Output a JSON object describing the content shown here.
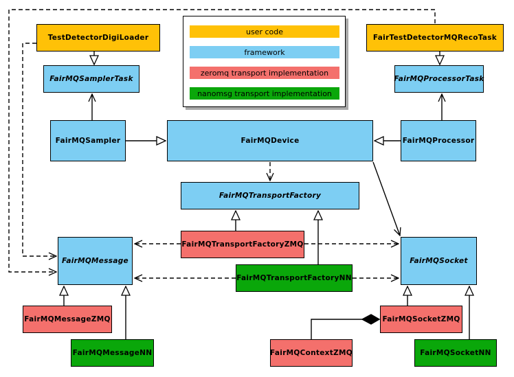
{
  "colors": {
    "user_code": "#ffc107",
    "framework": "#7dcef3",
    "zeromq": "#f4706c",
    "nanomsg": "#0aa70a"
  },
  "legend": {
    "items": [
      {
        "label": "user code",
        "color": "#ffc107"
      },
      {
        "label": "framework",
        "color": "#7dcef3"
      },
      {
        "label": "zeromq transport implementation",
        "color": "#f4706c"
      },
      {
        "label": "nanomsg transport implementation",
        "color": "#0aa70a"
      }
    ]
  },
  "nodes": {
    "testDetectorDigiLoader": {
      "label": "TestDetectorDigiLoader",
      "category": "user code",
      "abstract": false
    },
    "fairTestDetectorMQRecoTask": {
      "label": "FairTestDetectorMQRecoTask",
      "category": "user code",
      "abstract": false
    },
    "fairMQSamplerTask": {
      "label": "FairMQSamplerTask",
      "category": "framework",
      "abstract": true
    },
    "fairMQProcessorTask": {
      "label": "FairMQProcessorTask",
      "category": "framework",
      "abstract": true
    },
    "fairMQSampler": {
      "label": "FairMQSampler",
      "category": "framework",
      "abstract": false
    },
    "fairMQDevice": {
      "label": "FairMQDevice",
      "category": "framework",
      "abstract": false
    },
    "fairMQProcessor": {
      "label": "FairMQProcessor",
      "category": "framework",
      "abstract": false
    },
    "fairMQTransportFactory": {
      "label": "FairMQTransportFactory",
      "category": "framework",
      "abstract": true
    },
    "fairMQTransportFactoryZMQ": {
      "label": "FairMQTransportFactoryZMQ",
      "category": "zeromq",
      "abstract": false
    },
    "fairMQTransportFactoryNN": {
      "label": "FairMQTransportFactoryNN",
      "category": "nanomsg",
      "abstract": false
    },
    "fairMQMessage": {
      "label": "FairMQMessage",
      "category": "framework",
      "abstract": true
    },
    "fairMQSocket": {
      "label": "FairMQSocket",
      "category": "framework",
      "abstract": true
    },
    "fairMQMessageZMQ": {
      "label": "FairMQMessageZMQ",
      "category": "zeromq",
      "abstract": false
    },
    "fairMQMessageNN": {
      "label": "FairMQMessageNN",
      "category": "nanomsg",
      "abstract": false
    },
    "fairMQSocketZMQ": {
      "label": "FairMQSocketZMQ",
      "category": "zeromq",
      "abstract": false
    },
    "fairMQSocketNN": {
      "label": "FairMQSocketNN",
      "category": "nanomsg",
      "abstract": false
    },
    "fairMQContextZMQ": {
      "label": "FairMQContextZMQ",
      "category": "zeromq",
      "abstract": false
    }
  },
  "edges": [
    {
      "from": "TestDetectorDigiLoader",
      "to": "FairMQSamplerTask",
      "line": "solid",
      "arrowhead": "hollow-triangle"
    },
    {
      "from": "FairTestDetectorMQRecoTask",
      "to": "FairMQProcessorTask",
      "line": "solid",
      "arrowhead": "hollow-triangle"
    },
    {
      "from": "FairMQSampler",
      "to": "FairMQSamplerTask",
      "line": "solid",
      "arrowhead": "open-arrow"
    },
    {
      "from": "FairMQProcessor",
      "to": "FairMQProcessorTask",
      "line": "solid",
      "arrowhead": "open-arrow"
    },
    {
      "from": "FairMQSampler",
      "to": "FairMQDevice",
      "line": "solid",
      "arrowhead": "hollow-triangle"
    },
    {
      "from": "FairMQProcessor",
      "to": "FairMQDevice",
      "line": "solid",
      "arrowhead": "hollow-triangle"
    },
    {
      "from": "FairMQDevice",
      "to": "FairMQTransportFactory",
      "line": "dashed",
      "arrowhead": "open-arrow"
    },
    {
      "from": "FairMQDevice",
      "to": "FairMQSocket",
      "line": "solid",
      "arrowhead": "open-arrow"
    },
    {
      "from": "FairMQTransportFactoryZMQ",
      "to": "FairMQTransportFactory",
      "line": "solid",
      "arrowhead": "hollow-triangle"
    },
    {
      "from": "FairMQTransportFactoryNN",
      "to": "FairMQTransportFactory",
      "line": "solid",
      "arrowhead": "hollow-triangle"
    },
    {
      "from": "FairMQTransportFactoryZMQ",
      "to": "FairMQMessage",
      "line": "dashed",
      "arrowhead": "open-arrow"
    },
    {
      "from": "FairMQTransportFactoryZMQ",
      "to": "FairMQSocket",
      "line": "dashed",
      "arrowhead": "open-arrow"
    },
    {
      "from": "FairMQTransportFactoryNN",
      "to": "FairMQMessage",
      "line": "dashed",
      "arrowhead": "open-arrow"
    },
    {
      "from": "FairMQTransportFactoryNN",
      "to": "FairMQSocket",
      "line": "dashed",
      "arrowhead": "open-arrow"
    },
    {
      "from": "TestDetectorDigiLoader",
      "to": "FairMQMessage",
      "line": "dashed",
      "arrowhead": "open-arrow"
    },
    {
      "from": "FairTestDetectorMQRecoTask",
      "to": "FairMQMessage",
      "line": "dashed",
      "arrowhead": "open-arrow"
    },
    {
      "from": "FairMQMessageZMQ",
      "to": "FairMQMessage",
      "line": "solid",
      "arrowhead": "hollow-triangle"
    },
    {
      "from": "FairMQMessageNN",
      "to": "FairMQMessage",
      "line": "solid",
      "arrowhead": "hollow-triangle"
    },
    {
      "from": "FairMQSocketZMQ",
      "to": "FairMQSocket",
      "line": "solid",
      "arrowhead": "hollow-triangle"
    },
    {
      "from": "FairMQSocketNN",
      "to": "FairMQSocket",
      "line": "solid",
      "arrowhead": "hollow-triangle"
    },
    {
      "from": "FairMQContextZMQ",
      "to": "FairMQSocketZMQ",
      "line": "solid",
      "arrowhead": "filled-diamond"
    }
  ]
}
